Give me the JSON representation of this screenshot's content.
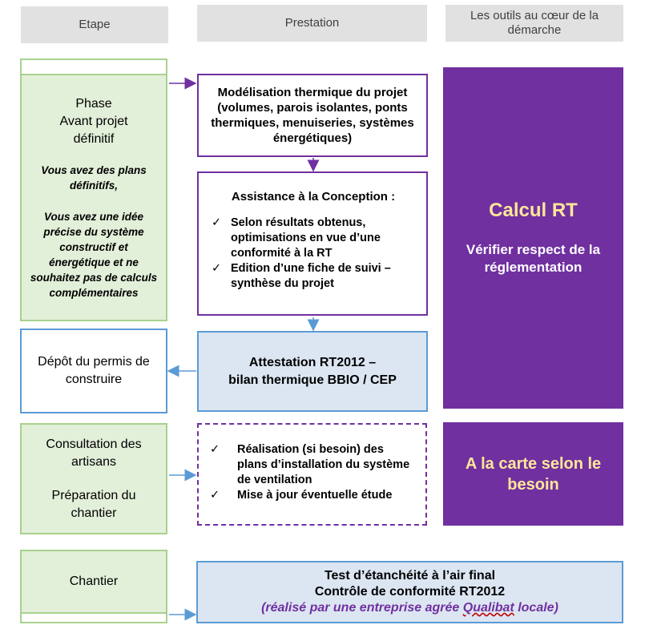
{
  "headers": {
    "step": "Etape",
    "service": "Prestation",
    "tools": "Les outils au cœur de la démarche"
  },
  "steps": {
    "phase": {
      "title_line1": "Phase",
      "title_line2": "Avant projet",
      "title_line3": "définitif",
      "note1": "Vous avez des plans définitifs,",
      "note2": "Vous avez une idée précise du système constructif et énergétique et ne souhaitez pas de calculs complémentaires"
    },
    "permit": "Dépôt du permis de construire",
    "consultation": "Consultation des artisans",
    "preparation": "Préparation du chantier",
    "site": "Chantier"
  },
  "services": {
    "modeling": "Modélisation thermique du projet (volumes, parois isolantes, ponts thermiques, menuiseries, systèmes énergétiques)",
    "assistance": {
      "title": "Assistance à la Conception :",
      "items": [
        "Selon résultats obtenus, optimisations en vue d’une conformité à la RT",
        "Edition d’une fiche de suivi – synthèse du projet"
      ]
    },
    "certificate": {
      "line1": "Attestation RT2012 –",
      "line2": "bilan thermique BBIO / CEP"
    },
    "optional": {
      "items": [
        "Réalisation (si besoin) des plans d’installation du système de ventilation",
        "Mise à jour éventuelle étude"
      ]
    },
    "test": {
      "line1": "Test d’étanchéité à l’air final",
      "line2": "Contrôle de conformité RT2012",
      "note_before": "(réalisé par une entreprise agrée ",
      "note_link": "Qualibat",
      "note_after": " locale)"
    }
  },
  "tools": {
    "calc_title": "Calcul RT",
    "calc_subtitle": "Vérifier respect de la réglementation",
    "alacarte": "A la carte selon le besoin"
  },
  "checkmark": "✓",
  "colors": {
    "purple": "#7030a0",
    "yellow_text": "#ffe699",
    "green_fill": "#e2efd9",
    "green_border": "#a9d18e",
    "blue_fill": "#dce6f2",
    "blue_border": "#5b9bd5",
    "italic_purple": "#7030a0"
  }
}
